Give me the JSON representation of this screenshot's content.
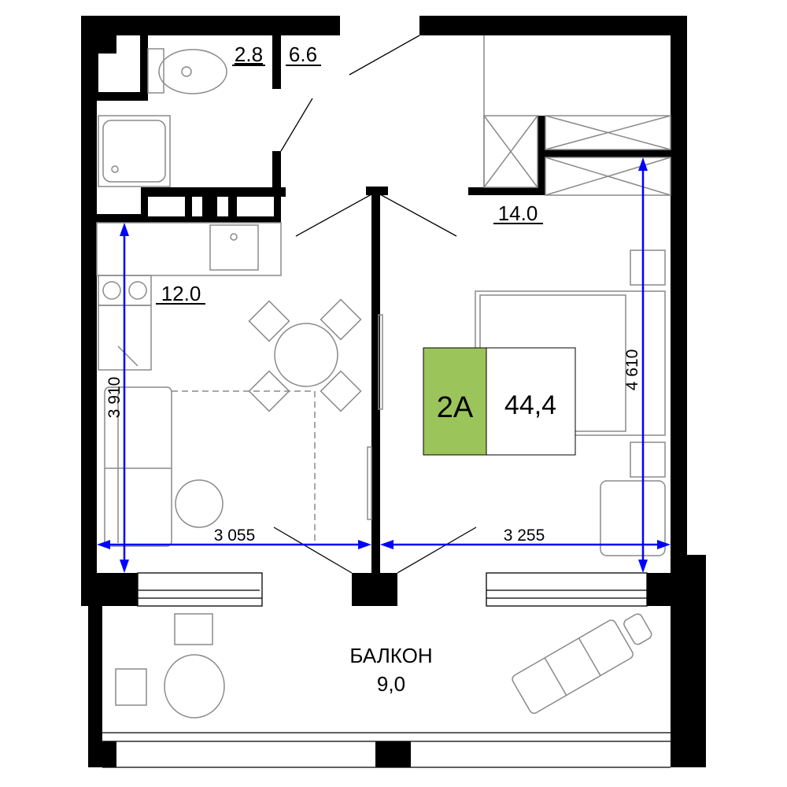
{
  "rooms": {
    "wc_area": "2.8",
    "hall_area": "6.6",
    "kitchen_area": "12.0",
    "bedroom_area": "14.0",
    "balcony_name": "БАЛКОН",
    "balcony_area": "9,0"
  },
  "dimensions": {
    "kitchen_width": "3 055",
    "bedroom_width": "3 255",
    "kitchen_depth": "3 910",
    "bedroom_depth": "4 610"
  },
  "badge": {
    "type": "2A",
    "total_area": "44,4"
  },
  "colors": {
    "badge_green": "#9bc45a",
    "dimension_blue": "#0000ff"
  }
}
